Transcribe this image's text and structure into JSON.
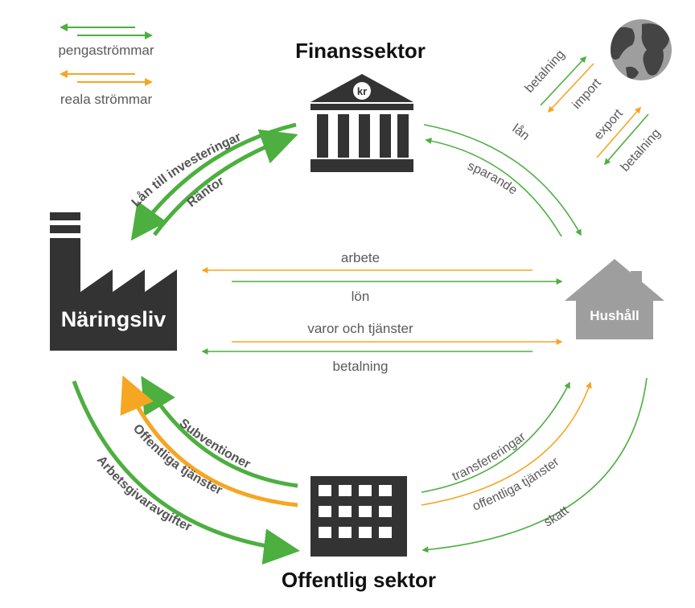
{
  "legend": {
    "money_label": "pengaströmmar",
    "real_label": "reala strömmar"
  },
  "colors": {
    "money": "#4caf3f",
    "real": "#f5a623",
    "building_dark": "#333333",
    "house_gray": "#9e9e9e",
    "text_gray": "#555555"
  },
  "sectors": {
    "finance": {
      "title": "Finanssektor",
      "icon_label": "kr"
    },
    "business": {
      "title": "Näringsliv"
    },
    "households": {
      "title": "Hushåll"
    },
    "public": {
      "title": "Offentlig sektor"
    }
  },
  "flows": {
    "business_finance": {
      "loans": "Lån till investeringar",
      "interest": "Räntor"
    },
    "finance_households": {
      "loan": "lån",
      "savings": "sparande"
    },
    "labor": {
      "work": "arbete",
      "wage": "lön"
    },
    "goods": {
      "goods_services": "varor och tjänster",
      "payment": "betalning"
    },
    "public_business": {
      "subsidies": "Subventioner",
      "public_services": "Offentliga tjänster",
      "employer_fees": "Arbetsgivaravgifter"
    },
    "public_households": {
      "transfers": "transfereringar",
      "public_services": "offentliga tjänster",
      "tax": "skatt"
    },
    "world": {
      "payment_out": "betalning",
      "import": "import",
      "export": "export",
      "payment_in": "betalning"
    }
  }
}
